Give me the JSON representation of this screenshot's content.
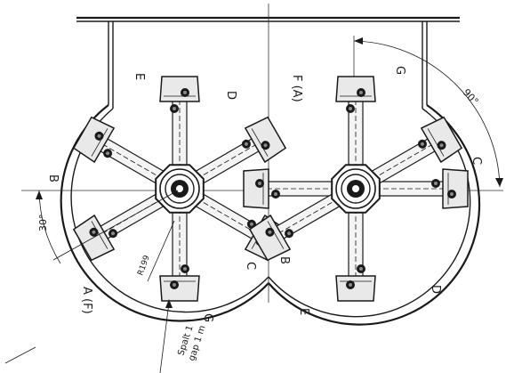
{
  "labels": {
    "left_rotor": {
      "E": "E",
      "D": "D",
      "B": "B",
      "C": "C",
      "G": "G",
      "A_F": "A (F)"
    },
    "right_rotor": {
      "F_A": "F (A)",
      "G": "G",
      "C": "C",
      "D": "D",
      "B": "B",
      "E": "E"
    }
  },
  "dimensions": {
    "angle_left": "30°",
    "angle_right": "90°",
    "radius": "R199"
  },
  "notes": {
    "gap_line1": "Spalt 1",
    "gap_line2": "gap 1 m"
  },
  "rotors": {
    "left_arm_angles_deg": [
      -30,
      30,
      150,
      210,
      270,
      90
    ],
    "right_arm_angles_deg": [
      0,
      90,
      180,
      270,
      -30,
      150
    ]
  }
}
